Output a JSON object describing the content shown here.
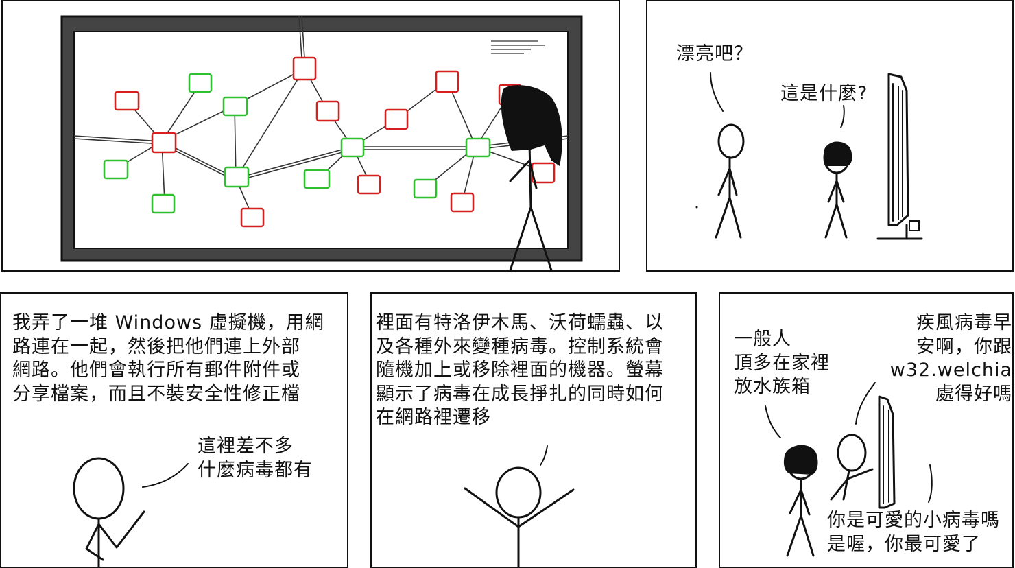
{
  "comic": {
    "panels": [
      {
        "id": "panel-1",
        "description_free": true
      },
      {
        "id": "panel-2",
        "speech": [
          {
            "speaker": "man",
            "text": "漂亮吧？"
          },
          {
            "speaker": "woman",
            "text": "這是什麼?"
          }
        ]
      },
      {
        "id": "panel-3",
        "narration": "我弄了一堆 Windows 虛擬機，用網\n路連在一起，然後把他們連上外部\n網路。他們會執行所有郵件附件或\n分享檔案，而且不裝安全性修正檔",
        "speech": [
          {
            "speaker": "man",
            "text": "這裡差不多\n什麼病毒都有"
          }
        ]
      },
      {
        "id": "panel-4",
        "narration": "裡面有特洛伊木馬、沃荷蠕蟲、以\n及各種外來變種病毒。控制系統會\n隨機加上或移除裡面的機器。螢幕\n顯示了病毒在成長掙扎的同時如何\n在網路裡遷移"
      },
      {
        "id": "panel-5",
        "speech": [
          {
            "speaker": "woman",
            "text": "一般人\n頂多在家裡\n放水族箱"
          },
          {
            "speaker": "man",
            "text": "疾風病毒早\n安啊，你跟\nw32.welchia\n處得好嗎"
          },
          {
            "speaker": "man",
            "text": "你是可愛的小病毒嗎\n是喔，你最可愛了"
          }
        ]
      }
    ]
  },
  "colors": {
    "infected": "#d62020",
    "clean": "#2fbf2f",
    "ink": "#111111"
  }
}
